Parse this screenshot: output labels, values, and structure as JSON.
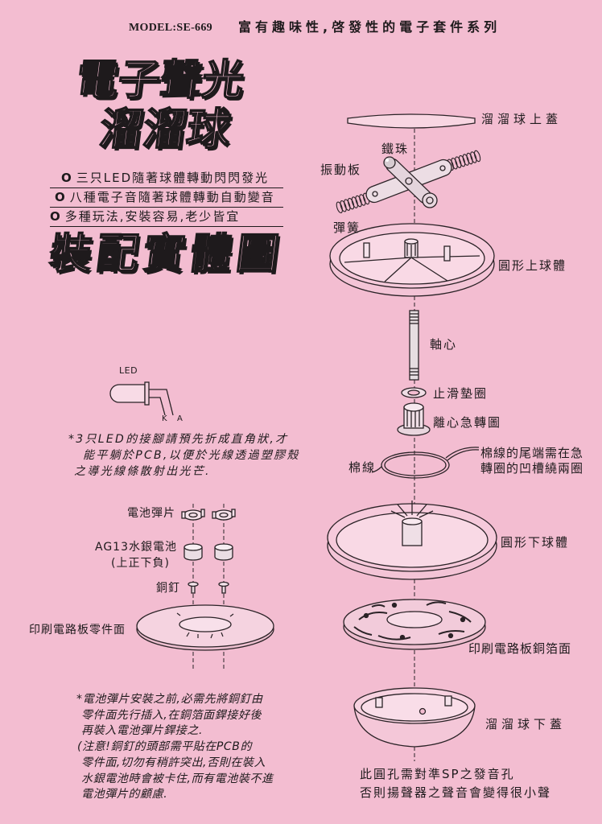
{
  "page": {
    "background": "#f3bdd1",
    "ink": "#1e1a1c"
  },
  "header": {
    "model": "MODEL:SE-669",
    "series": "富有趣味性,啓發性的電子套件系列"
  },
  "title": {
    "line1": "電子聲光",
    "line2": "溜溜球"
  },
  "features": [
    {
      "bullet": "O",
      "text": "三只LED隨著球體轉動閃閃發光"
    },
    {
      "bullet": "O",
      "text": "八種電子音隨著球體轉動自動變音"
    },
    {
      "bullet": "O",
      "text": "多種玩法,安裝容易,老少皆宜"
    }
  ],
  "section_title": "裝配實體圖",
  "exploded_view": {
    "top_cover": "溜溜球上蓋",
    "iron_ball": "鐵珠",
    "vibration_plate": "振動板",
    "spring": "彈簧",
    "upper_body": "圓形上球體",
    "axle": "軸心",
    "washer": "止滑墊圈",
    "spinner": "離心急轉圖",
    "string_note": [
      "棉線的尾端需在急",
      "轉圈的凹槽繞兩圈"
    ],
    "string": "棉線",
    "lower_body": "圓形下球體",
    "pcb_copper_side": "印刷電路板銅箔面",
    "bottom_cover": "溜溜球下蓋",
    "hole_note": [
      "此圓孔需對準SP之發音孔",
      "否則揚聲器之聲音會變得很小聲"
    ]
  },
  "led_detail": {
    "label": "LED",
    "pin_k": "K",
    "pin_a": "A",
    "note": [
      "*3只LED的接腳請預先折成直角狀,才",
      "能平躺於PCB,以便於光線透過塑膠殼",
      "之導光線條散射出光芒."
    ]
  },
  "battery_detail": {
    "clip": "電池彈片",
    "battery": "AG13水銀電池",
    "polarity": "(上正下負)",
    "rivet": "銅釘",
    "pcb_component_side": "印刷電路板零件面"
  },
  "assembly_note": [
    "*電池彈片安裝之前,必需先將銅釘由",
    "零件面先行插入,在銅箔面銲接好後",
    "再裝入電池彈片銲接之.",
    "(注意!銅釘的頭部需平貼在PCB的",
    "零件面,切勿有稍許突出,否則在裝入",
    "水銀電池時會被卡住,而有電池裝不進",
    "電池彈片的顧慮."
  ]
}
